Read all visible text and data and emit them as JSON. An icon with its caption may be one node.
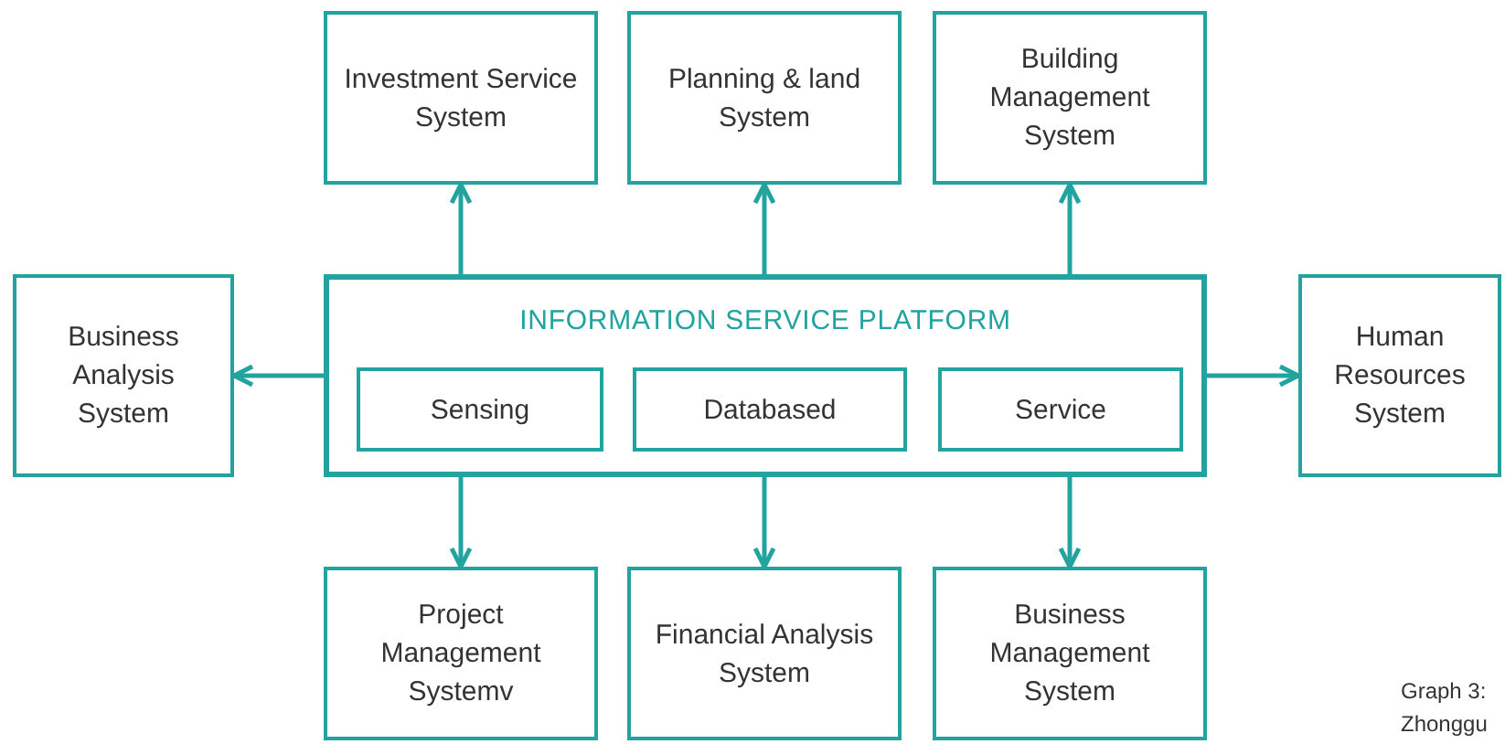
{
  "diagram": {
    "nodes": [
      {
        "text": [
          "INFORMATION SERVICE PLATFORM"
        ]
      },
      {
        "text": [
          "Sensing"
        ],
        "in": 0
      },
      {
        "text": [
          "Databased"
        ],
        "in": 0
      },
      {
        "text": [
          "Service"
        ],
        "in": 0
      },
      {
        "text": [
          "Investment Service System"
        ]
      },
      {
        "text": [
          "Planning & land System"
        ]
      },
      {
        "text": [
          "Building Management System"
        ]
      },
      {
        "text": [
          "Business Analysis System"
        ]
      },
      {
        "text": [
          "Human Resources System"
        ]
      },
      {
        "text": [
          "Project Management Systemv"
        ]
      },
      {
        "text": [
          "Financial Analysis System"
        ]
      },
      {
        "text": [
          "Business Management System"
        ]
      }
    ],
    "edges": [
      {
        "from": 0,
        "to": 4,
        "arrow": "to"
      },
      {
        "from": 0,
        "to": 5,
        "arrow": "to"
      },
      {
        "from": 0,
        "to": 6,
        "arrow": "to"
      },
      {
        "from": 0,
        "to": 7,
        "arrow": "to"
      },
      {
        "from": 0,
        "to": 8,
        "arrow": "to"
      },
      {
        "from": 0,
        "to": 9,
        "arrow": "to"
      },
      {
        "from": 0,
        "to": 10,
        "arrow": "to"
      },
      {
        "from": 0,
        "to": 11,
        "arrow": "to"
      }
    ],
    "labels": [
      "Graph 3:",
      "Zhonggu"
    ]
  }
}
